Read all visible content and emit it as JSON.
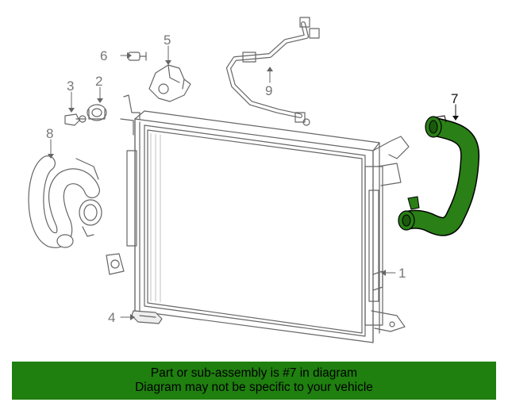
{
  "callouts": {
    "c1": "1",
    "c2": "2",
    "c3": "3",
    "c4": "4",
    "c5": "5",
    "c6": "6",
    "c7": "7",
    "c8": "8",
    "c9": "9"
  },
  "highlight_part": "7",
  "colors": {
    "highlight_fill": "#2a7f16",
    "banner_bg": "#1f7f0f",
    "line_gray": "#666666",
    "label_gray": "#777777"
  },
  "banner": {
    "line1": "Part or sub-assembly is #7 in diagram",
    "line2": "Diagram may not be specific to your vehicle"
  }
}
